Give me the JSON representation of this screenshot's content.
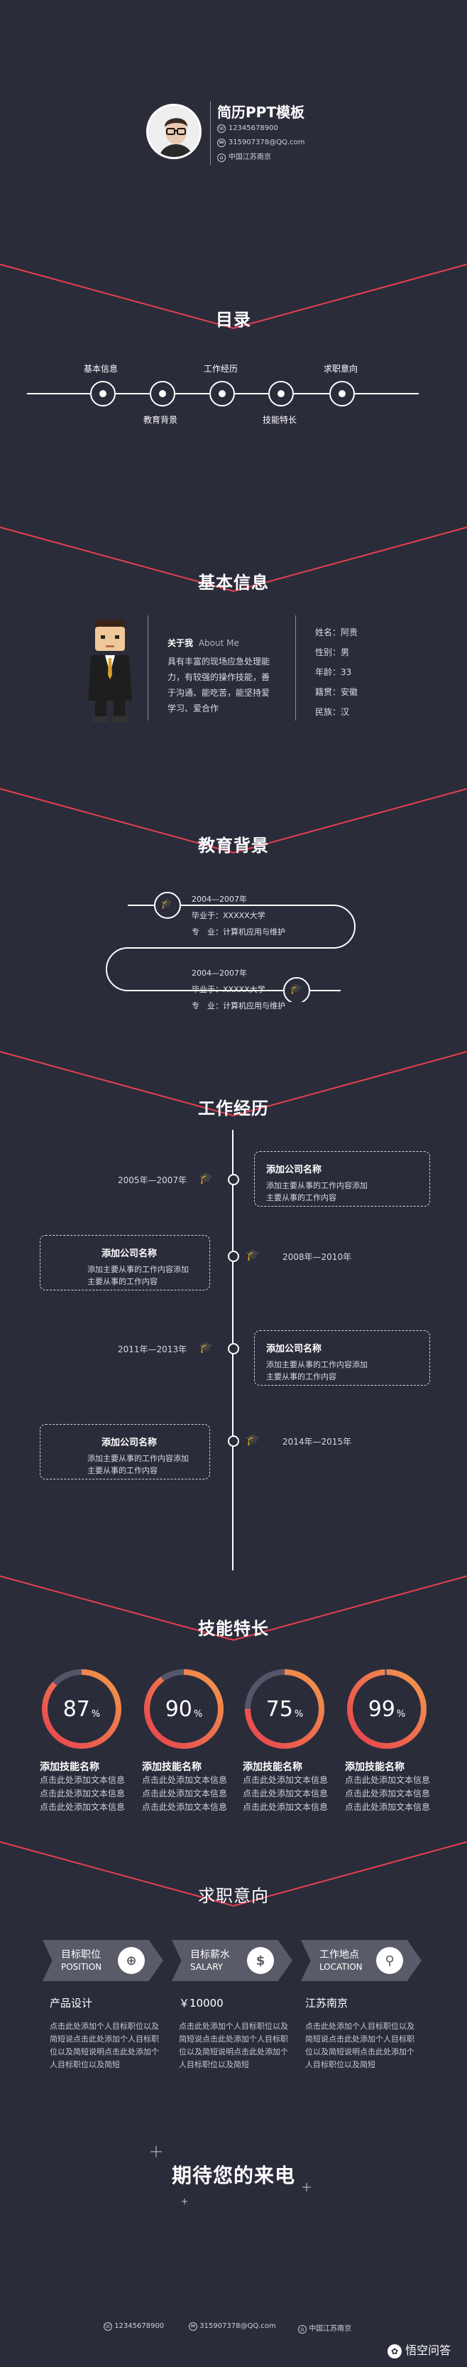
{
  "header": {
    "name": "简历PPT模板",
    "phone": "12345678900",
    "email": "315907378@QQ.com",
    "address": "中国江苏南京"
  },
  "toc": {
    "title": "目录",
    "items": [
      "基本信息",
      "教育背景",
      "工作经历",
      "技能特长",
      "求职意向"
    ]
  },
  "basic": {
    "title": "基本信息",
    "about_title": "关于我",
    "about_en": "About Me",
    "about_text_1": "具有丰富的现场应急处理能",
    "about_text_2": "力，有较强的操作技能，善",
    "about_text_3": "于沟通、能吃苦，能坚持爱",
    "about_text_4": "学习、爱合作",
    "fields": [
      {
        "label": "姓名：",
        "value": "阿贵"
      },
      {
        "label": "性别：",
        "value": "男"
      },
      {
        "label": "年龄：",
        "value": "33"
      },
      {
        "label": "籍贯：",
        "value": "安徽"
      },
      {
        "label": "民族：",
        "value": "汉"
      }
    ]
  },
  "education": {
    "title": "教育背景",
    "items": [
      {
        "period": "2004—2007年",
        "school": "毕业于：XXXXX大学",
        "major": "专　业：计算机应用与维护"
      },
      {
        "period": "2004—2007年",
        "school": "毕业于：XXXXX大学",
        "major": "专　业：计算机应用与维护"
      }
    ]
  },
  "work": {
    "title": "工作经历",
    "items": [
      {
        "period": "2005年—2007年",
        "company": "添加公司名称",
        "line1": "添加主要从事的工作内容添加",
        "line2": "主要从事的工作内容"
      },
      {
        "period": "2008年—2010年",
        "company": "添加公司名称",
        "line1": "添加主要从事的工作内容添加",
        "line2": "主要从事的工作内容"
      },
      {
        "period": "2011年—2013年",
        "company": "添加公司名称",
        "line1": "添加主要从事的工作内容添加",
        "line2": "主要从事的工作内容"
      },
      {
        "period": "2014年—2015年",
        "company": "添加公司名称",
        "line1": "添加主要从事的工作内容添加",
        "line2": "主要从事的工作内容"
      }
    ]
  },
  "skills": {
    "title": "技能特长",
    "items": [
      {
        "value": 87,
        "pct_text": "87",
        "name": "添加技能名称",
        "l1": "点击此处添加文本信息",
        "l2": "点击此处添加文本信息",
        "l3": "点击此处添加文本信息"
      },
      {
        "value": 90,
        "pct_text": "90",
        "name": "添加技能名称",
        "l1": "点击此处添加文本信息",
        "l2": "点击此处添加文本信息",
        "l3": "点击此处添加文本信息"
      },
      {
        "value": 75,
        "pct_text": "75",
        "name": "添加技能名称",
        "l1": "点击此处添加文本信息",
        "l2": "点击此处添加文本信息",
        "l3": "点击此处添加文本信息"
      },
      {
        "value": 99,
        "pct_text": "99",
        "name": "添加技能名称",
        "l1": "点击此处添加文本信息",
        "l2": "点击此处添加文本信息",
        "l3": "点击此处添加文本信息"
      }
    ],
    "pct_sign": "%"
  },
  "intent": {
    "title": "求职意向",
    "items": [
      {
        "cn": "目标职位",
        "en": "POSITION",
        "value": "产品设计",
        "l1": "点击此处添加个人目标职位以及",
        "l2": "简短说点击此处添加个人目标职",
        "l3": "位以及简短说明点击此处添加个",
        "l4": "人目标职位以及简短"
      },
      {
        "cn": "目标薪水",
        "en": "SALARY",
        "value": "￥10000",
        "l1": "点击此处添加个人目标职位以及",
        "l2": "简短说点击此处添加个人目标职",
        "l3": "位以及简短说明点击此处添加个",
        "l4": "人目标职位以及简短"
      },
      {
        "cn": "工作地点",
        "en": "LOCATION",
        "value": "江苏南京",
        "l1": "点击此处添加个人目标职位以及",
        "l2": "简短说点击此处添加个人目标职",
        "l3": "位以及简短说明点击此处添加个",
        "l4": "人目标职位以及简短"
      }
    ]
  },
  "closing": {
    "title": "期待您的来电"
  },
  "footer": {
    "phone": "12345678900",
    "email": "315907378@QQ.com",
    "address": "中国江苏南京",
    "watermark": "悟空问答"
  },
  "colors": {
    "background": "#2b2c3a",
    "accent_red": "#e8404f",
    "accent_orange": "#f29a4a",
    "line": "#ffffff"
  },
  "icons": [
    "phone-icon",
    "email-icon",
    "location-icon",
    "graduation-cap-icon",
    "target-icon",
    "money-icon",
    "map-pin-icon"
  ]
}
